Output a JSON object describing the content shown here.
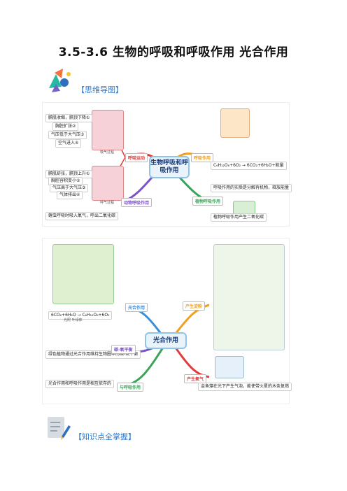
{
  "document": {
    "title": "3.5-3.6  生物的呼吸和呼吸作用  光合作用"
  },
  "section_mindmap": {
    "label": "【思维导图】"
  },
  "section_knowledge": {
    "label": "【知识点全掌握】"
  },
  "map1": {
    "center": "生物呼吸和呼吸作用",
    "branches": {
      "breathing": "呼吸运动",
      "respiration": "呼吸作用",
      "animal": "动物呼吸作用",
      "plant": "植物呼吸作用"
    },
    "notes": {
      "inhale": [
        "膈肌收缩，膈顶下降①",
        "胸腔扩张②",
        "气压低于大气压③",
        "空气进入④"
      ],
      "inhale_caption": "吸气过程",
      "exhale": [
        "膈肌舒张，膈顶上升①",
        "胸腔容积变小②",
        "气压高于大气压③",
        "气体排出④"
      ],
      "exhale_caption": "呼气过程",
      "animal_text": "蝗虫呼吸时吸入氧气，呼出二氧化碳",
      "equation": "C₆H₁₂O₆+6O₂ → 6CO₂+6H₂O+能量",
      "respiration_note": "呼吸作用的实质是分解有机物，释放能量",
      "plant_note": "植物呼吸作用产生二氧化碳"
    }
  },
  "map2": {
    "center": "光合作用",
    "branches": {
      "photosynthesis": "光合作用",
      "starch": "产生淀粉",
      "oxygen": "产生氧气",
      "ccycle": "碳-氧平衡",
      "relation": "与呼吸作用"
    },
    "notes": {
      "equation": "6CO₂+6H₂O → C₆H₁₂O₆+6O₂",
      "condition": "光照 叶绿体",
      "ccycle_text": "绿色植物通过光合作用维持生物圈中的碳-氧平衡",
      "relation_text": "光合作用和呼吸作用是相互依存的",
      "oxygen_text": "金鱼藻在光下产生气泡，能使带火星的木条复燃"
    }
  }
}
